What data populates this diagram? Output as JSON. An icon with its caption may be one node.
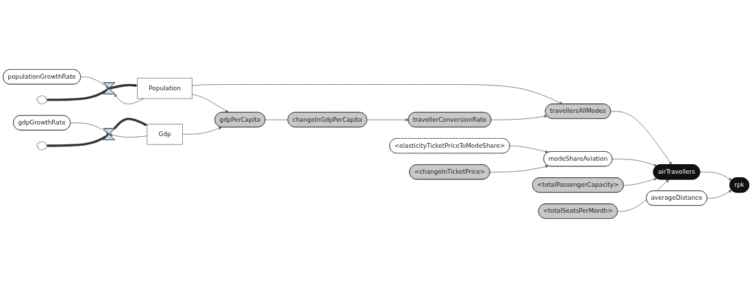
{
  "diagram": {
    "nodes": [
      {
        "text": [
          "populationGrowthRate"
        ]
      },
      {
        "text": [],
        "shape": "cloud"
      },
      {
        "text": [],
        "shape": "valve"
      },
      {
        "text": [
          "Population"
        ]
      },
      {
        "text": [
          "gdpGrowthRate"
        ]
      },
      {
        "text": [],
        "shape": "cloud"
      },
      {
        "text": [],
        "shape": "valve"
      },
      {
        "text": [
          "Gdp"
        ]
      },
      {
        "text": [
          "gdpPerCapita"
        ]
      },
      {
        "text": [
          "changeInGdpPerCapita"
        ]
      },
      {
        "text": [
          "travellersAllModes"
        ]
      },
      {
        "text": [
          "travellerConversionRate"
        ]
      },
      {
        "text": [
          "<elasticityTicketPriceToModeShare>"
        ]
      },
      {
        "text": [
          "<changeInTicketPrice>"
        ]
      },
      {
        "text": [
          "modeShareAviation"
        ]
      },
      {
        "text": [
          "airTravellers"
        ]
      },
      {
        "text": [
          "<totalPassengerCapacity>"
        ]
      },
      {
        "text": [
          "<totalSeatsPerMonth>"
        ]
      },
      {
        "text": [
          "rpk"
        ]
      },
      {
        "text": [
          "averageDistance"
        ]
      }
    ],
    "edges": [
      {
        "from": 0,
        "to": 2,
        "arrow": "to"
      },
      {
        "from": 1,
        "to": 2,
        "arrow": "none",
        "style": "thick",
        "color": "#333333"
      },
      {
        "from": 2,
        "to": 3,
        "arrow": "to",
        "style": "thick",
        "color": "#333333"
      },
      {
        "from": 3,
        "to": 2,
        "arrow": "to"
      },
      {
        "from": 4,
        "to": 6,
        "arrow": "to"
      },
      {
        "from": 5,
        "to": 6,
        "arrow": "none",
        "style": "thick",
        "color": "#333333"
      },
      {
        "from": 6,
        "to": 7,
        "arrow": "to",
        "style": "thick",
        "color": "#333333"
      },
      {
        "from": 7,
        "to": 6,
        "arrow": "to"
      },
      {
        "from": 3,
        "to": 10,
        "arrow": "to"
      },
      {
        "from": 3,
        "to": 8,
        "arrow": "to"
      },
      {
        "from": 7,
        "to": 8,
        "arrow": "to"
      },
      {
        "from": 8,
        "to": 9,
        "arrow": "none"
      },
      {
        "from": 9,
        "to": 11,
        "arrow": "to"
      },
      {
        "from": 11,
        "to": 10,
        "arrow": "to"
      },
      {
        "from": 10,
        "to": 15,
        "arrow": "to"
      },
      {
        "from": 12,
        "to": 14,
        "arrow": "to"
      },
      {
        "from": 13,
        "to": 14,
        "arrow": "to"
      },
      {
        "from": 14,
        "to": 15,
        "arrow": "to"
      },
      {
        "from": 16,
        "to": 15,
        "arrow": "to"
      },
      {
        "from": 17,
        "to": 15,
        "arrow": "to"
      },
      {
        "from": 15,
        "to": 18,
        "arrow": "to"
      },
      {
        "from": 19,
        "to": 18,
        "arrow": "to"
      }
    ]
  }
}
